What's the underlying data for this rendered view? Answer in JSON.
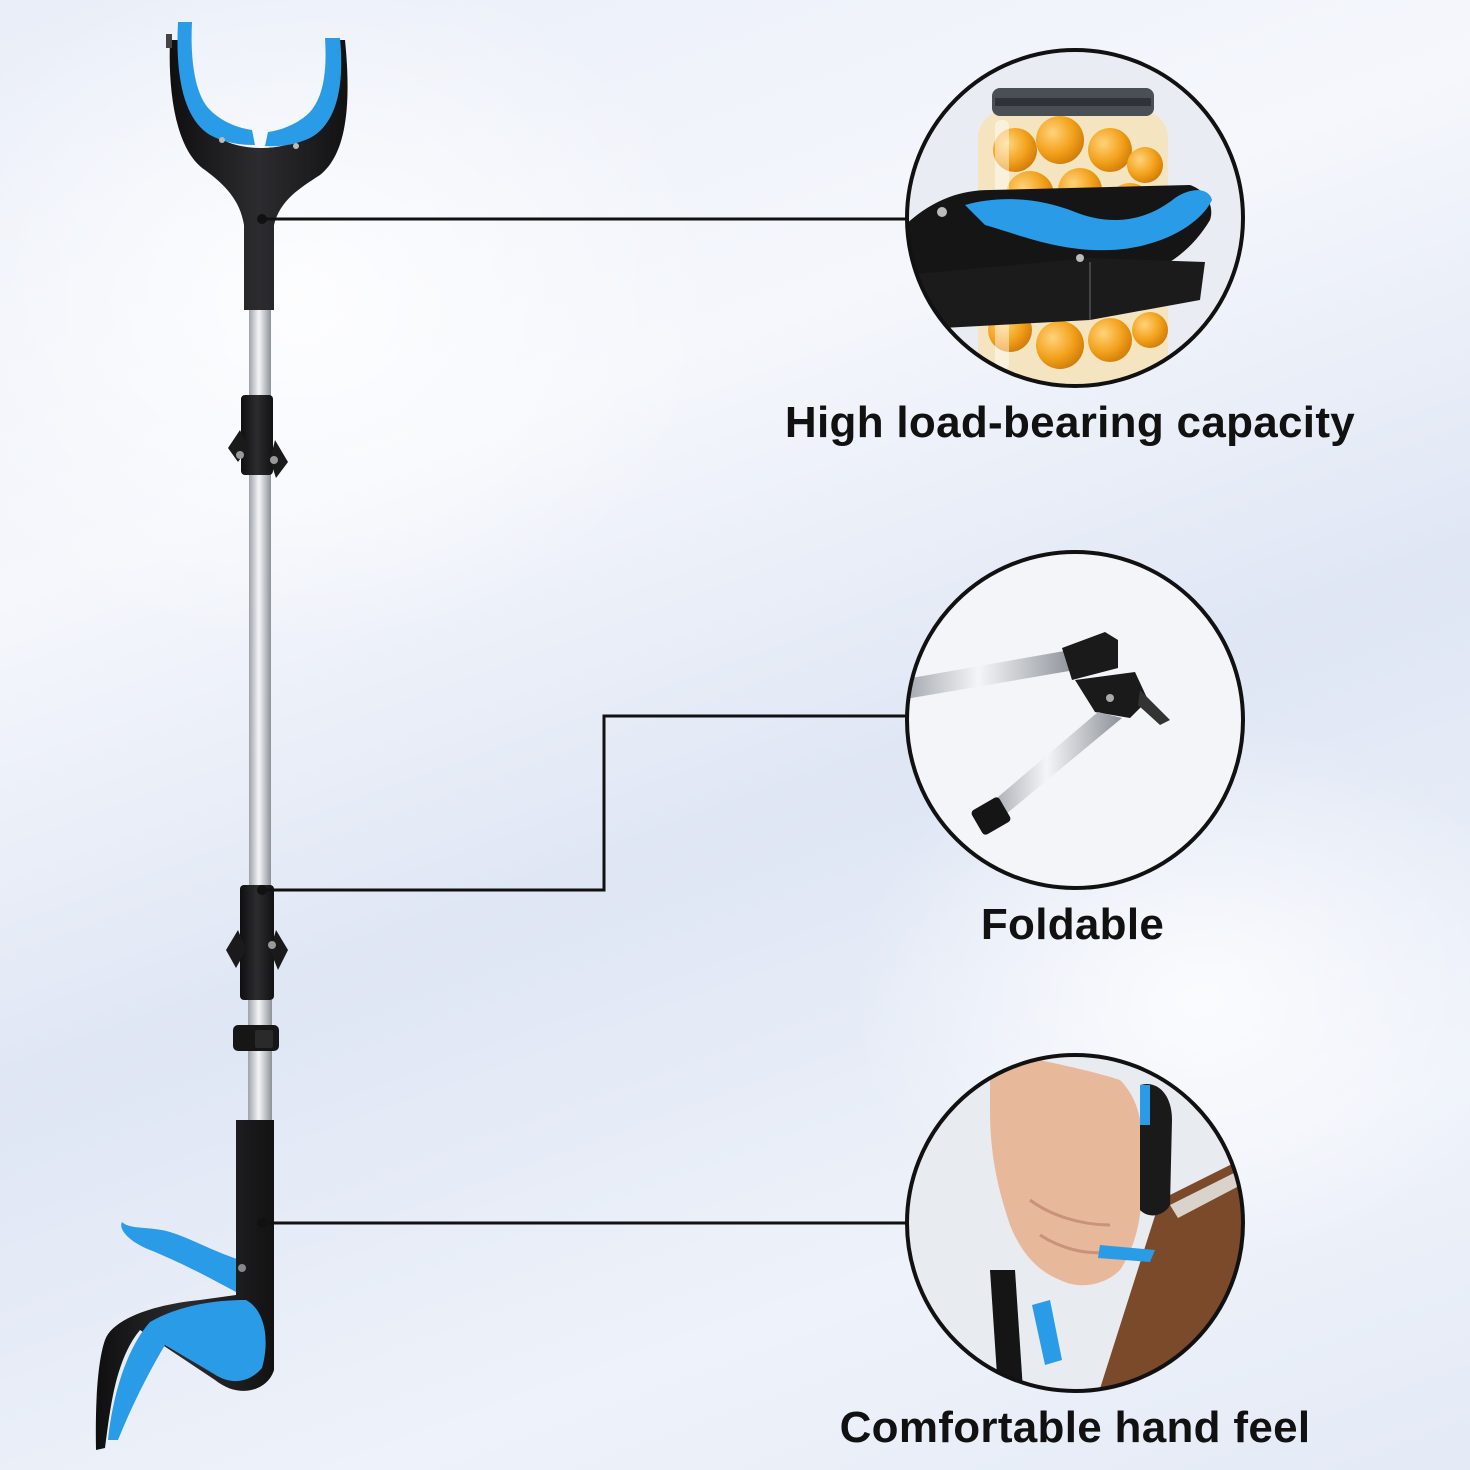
{
  "features": [
    {
      "label": "High load-bearing capacity",
      "icon": "jar-grip-detail-icon"
    },
    {
      "label": "Foldable",
      "icon": "folding-joint-detail-icon"
    },
    {
      "label": "Comfortable hand feel",
      "icon": "hand-grip-detail-icon"
    }
  ],
  "colors": {
    "accent_blue": "#2a9be6",
    "handle_black": "#1c1c1e",
    "pole_silver": "#c9ccd1",
    "label_text": "#111111"
  }
}
